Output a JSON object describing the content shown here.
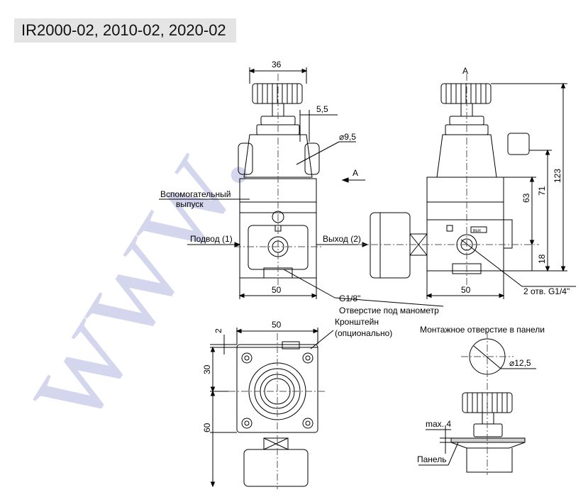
{
  "title": "IR2000-02, 2010-02, 2020-02",
  "watermark": "www.",
  "colors": {
    "line": "#000000",
    "title_bg": "#e4e4e4",
    "watermark": "#c5c9e8",
    "centerline": "#555555"
  },
  "front_view": {
    "dim_width_top": "36",
    "dim_knob_offset": "5,5",
    "dim_diameter": "⌀9,5",
    "view_arrow_label": "A",
    "aux_exhaust_line1": "Вспомогательный",
    "aux_exhaust_line2": "выпуск",
    "inlet_label": "Подвод (1)",
    "outlet_label": "Выход (2)",
    "dim_width_bottom": "50",
    "gauge_thread": "G1/8\"",
    "gauge_port_label": "Отверстие под манометр"
  },
  "side_view": {
    "view_label": "A",
    "dim_width": "50",
    "dim_height_total": "123",
    "dim_height_71": "71",
    "dim_height_63": "63",
    "dim_height_18": "18",
    "ports_label": "2 отв. G1/4\"",
    "body_marking": "ВЫХ"
  },
  "bottom_view": {
    "dim_width": "50",
    "dim_2": "2",
    "dim_30": "30",
    "dim_60": "60",
    "bracket_line1": "Кронштейн",
    "bracket_line2": "(опционально)"
  },
  "panel_detail": {
    "title": "Монтажное отверстие в панели",
    "dim_hole": "⌀12,5",
    "dim_max": "max. 4",
    "panel_label": "Панель"
  }
}
